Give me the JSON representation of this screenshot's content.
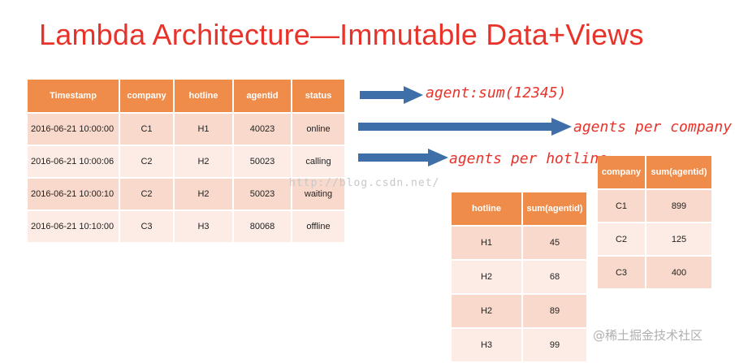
{
  "title": "Lambda Architecture—Immutable Data+Views",
  "main_table": {
    "headers": [
      "Timestamp",
      "company",
      "hotline",
      "agentid",
      "status"
    ],
    "rows": [
      [
        "2016-06-21 10:00:00",
        "C1",
        "H1",
        "40023",
        "online"
      ],
      [
        "2016-06-21 10:00:06",
        "C2",
        "H2",
        "50023",
        "calling"
      ],
      [
        "2016-06-21 10:00:10",
        "C2",
        "H2",
        "50023",
        "waiting"
      ],
      [
        "2016-06-21 10:10:00",
        "C3",
        "H3",
        "80068",
        "offline"
      ]
    ]
  },
  "annotations": {
    "sum": "agent:sum(12345)",
    "per_company": "agents per company",
    "per_hotline": "agents per hotline"
  },
  "hotline_table": {
    "headers": [
      "hotline",
      "sum(agentid)"
    ],
    "rows": [
      [
        "H1",
        "45"
      ],
      [
        "H2",
        "68"
      ],
      [
        "H2",
        "89"
      ],
      [
        "H3",
        "99"
      ]
    ]
  },
  "company_table": {
    "headers": [
      "company",
      "sum(agentid)"
    ],
    "rows": [
      [
        "C1",
        "899"
      ],
      [
        "C2",
        "125"
      ],
      [
        "C3",
        "400"
      ]
    ]
  },
  "watermark": "http://blog.csdn.net/",
  "watermark2": "@稀土掘金技术社区",
  "colors": {
    "header": "#f08c4a",
    "row_dark": "#f9d9cb",
    "row_light": "#fcece5",
    "accent": "#e8332a",
    "arrow": "#3f6fa8"
  }
}
